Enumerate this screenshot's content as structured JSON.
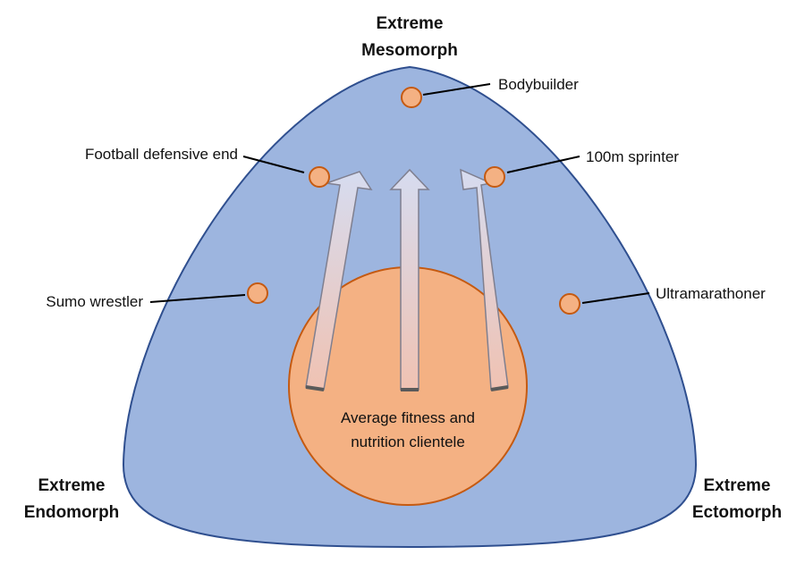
{
  "colors": {
    "triangle_fill": "#9db5df",
    "triangle_stroke": "#2f4f8f",
    "circle_fill": "#f4b183",
    "circle_stroke": "#c55a11",
    "arrow_top": "#d6dcf0",
    "arrow_bottom": "#f0c2b2",
    "arrow_stroke": "#7f7f8f",
    "leader_line": "#000000"
  },
  "corners": {
    "top_line1": "Extreme",
    "top_line2": "Mesomorph",
    "left_line1": "Extreme",
    "left_line2": "Endomorph",
    "right_line1": "Extreme",
    "right_line2": "Ectomorph"
  },
  "athletes": [
    {
      "id": "bodybuilder",
      "label": "Bodybuilder"
    },
    {
      "id": "football-defensive-end",
      "label": "Football defensive end"
    },
    {
      "id": "100m-sprinter",
      "label": "100m sprinter"
    },
    {
      "id": "sumo-wrestler",
      "label": "Sumo wrestler"
    },
    {
      "id": "ultramarathoner",
      "label": "Ultramarathoner"
    }
  ],
  "center": {
    "line1": "Average fitness and",
    "line2": "nutrition clientele"
  }
}
